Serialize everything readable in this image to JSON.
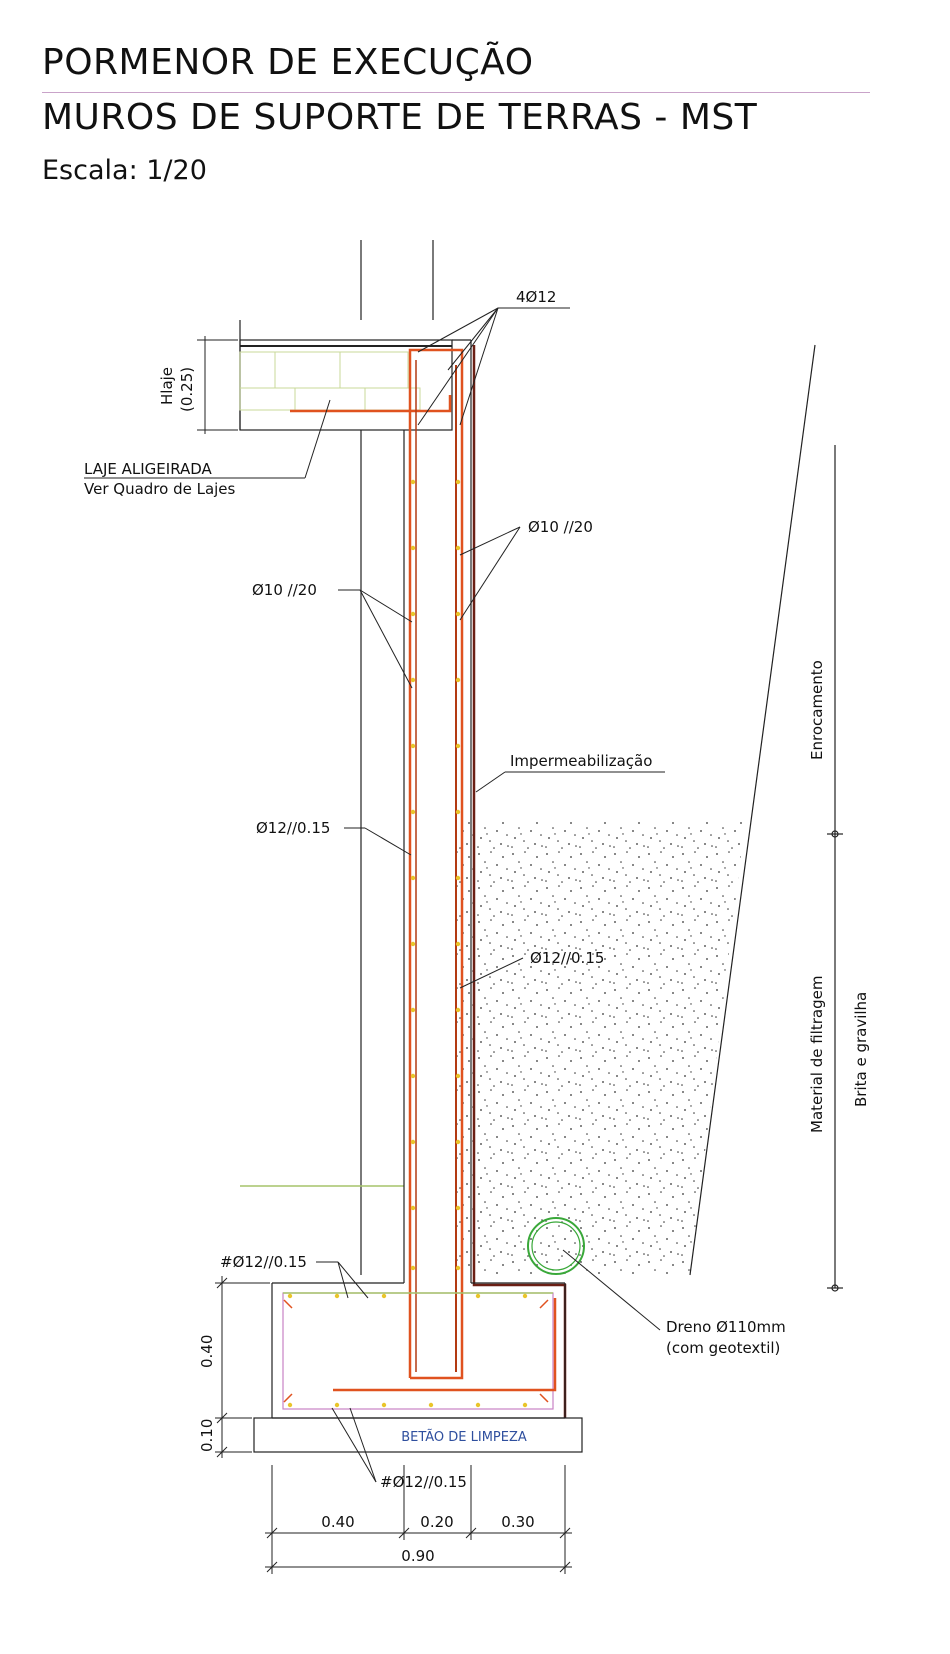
{
  "title": {
    "line1": "PORMENOR DE EXECUÇÃO",
    "line2": "MUROS DE SUPORTE DE TERRAS - MST",
    "scale": "Escala: 1/20"
  },
  "labels": {
    "top_bars": "4Ø12",
    "hlaje": "Hlaje",
    "hlaje_value": "(0.25)",
    "slab_name": "LAJE ALIGEIRADA",
    "slab_note": "Ver Quadro de Lajes",
    "bars_right_upper": "Ø10 //20",
    "bars_left_upper": "Ø10 //20",
    "waterproofing": "Impermeabilização",
    "bars_left_main": "Ø12//0.15",
    "bars_right_main": "Ø12//0.15",
    "footing_top_mesh": "#Ø12//0.15",
    "footing_bottom_mesh": "#Ø12//0.15",
    "drain": "Dreno Ø110mm",
    "drain_note": "(com geotextil)",
    "blinding": "BETÃO DE LIMPEZA",
    "rockfill": "Enrocamento",
    "filter_material": "Material de filtragem",
    "gravel": "Brita e gravilha"
  },
  "dimensions": {
    "footing_height": "0.40",
    "blinding_height": "0.10",
    "toe": "0.40",
    "wall": "0.20",
    "heel": "0.30",
    "total": "0.90"
  },
  "colors": {
    "rebar": "#e0521f",
    "rebar_dark": "#b33a12",
    "waterproofing": "#6b1f14",
    "stirrup": "#c983c4",
    "drain": "#39a839",
    "dots": "#e9c52a",
    "green_line": "#a5c46a",
    "blue_text": "#2f4f9e"
  }
}
